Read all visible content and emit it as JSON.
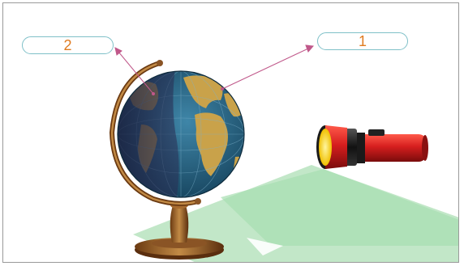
{
  "labels": {
    "label_1": "1",
    "label_2": "2"
  },
  "colors": {
    "label_text": "#e07b20",
    "label_border": "#7fc0c8",
    "arrow": "#c0588a",
    "ocean": "#1f5f82",
    "land": "#c9a24a",
    "flashlight_body": "#c81e1e",
    "light_beam": "#8fd49a"
  },
  "objects": [
    "globe-on-stand",
    "flashlight",
    "light-beam"
  ]
}
